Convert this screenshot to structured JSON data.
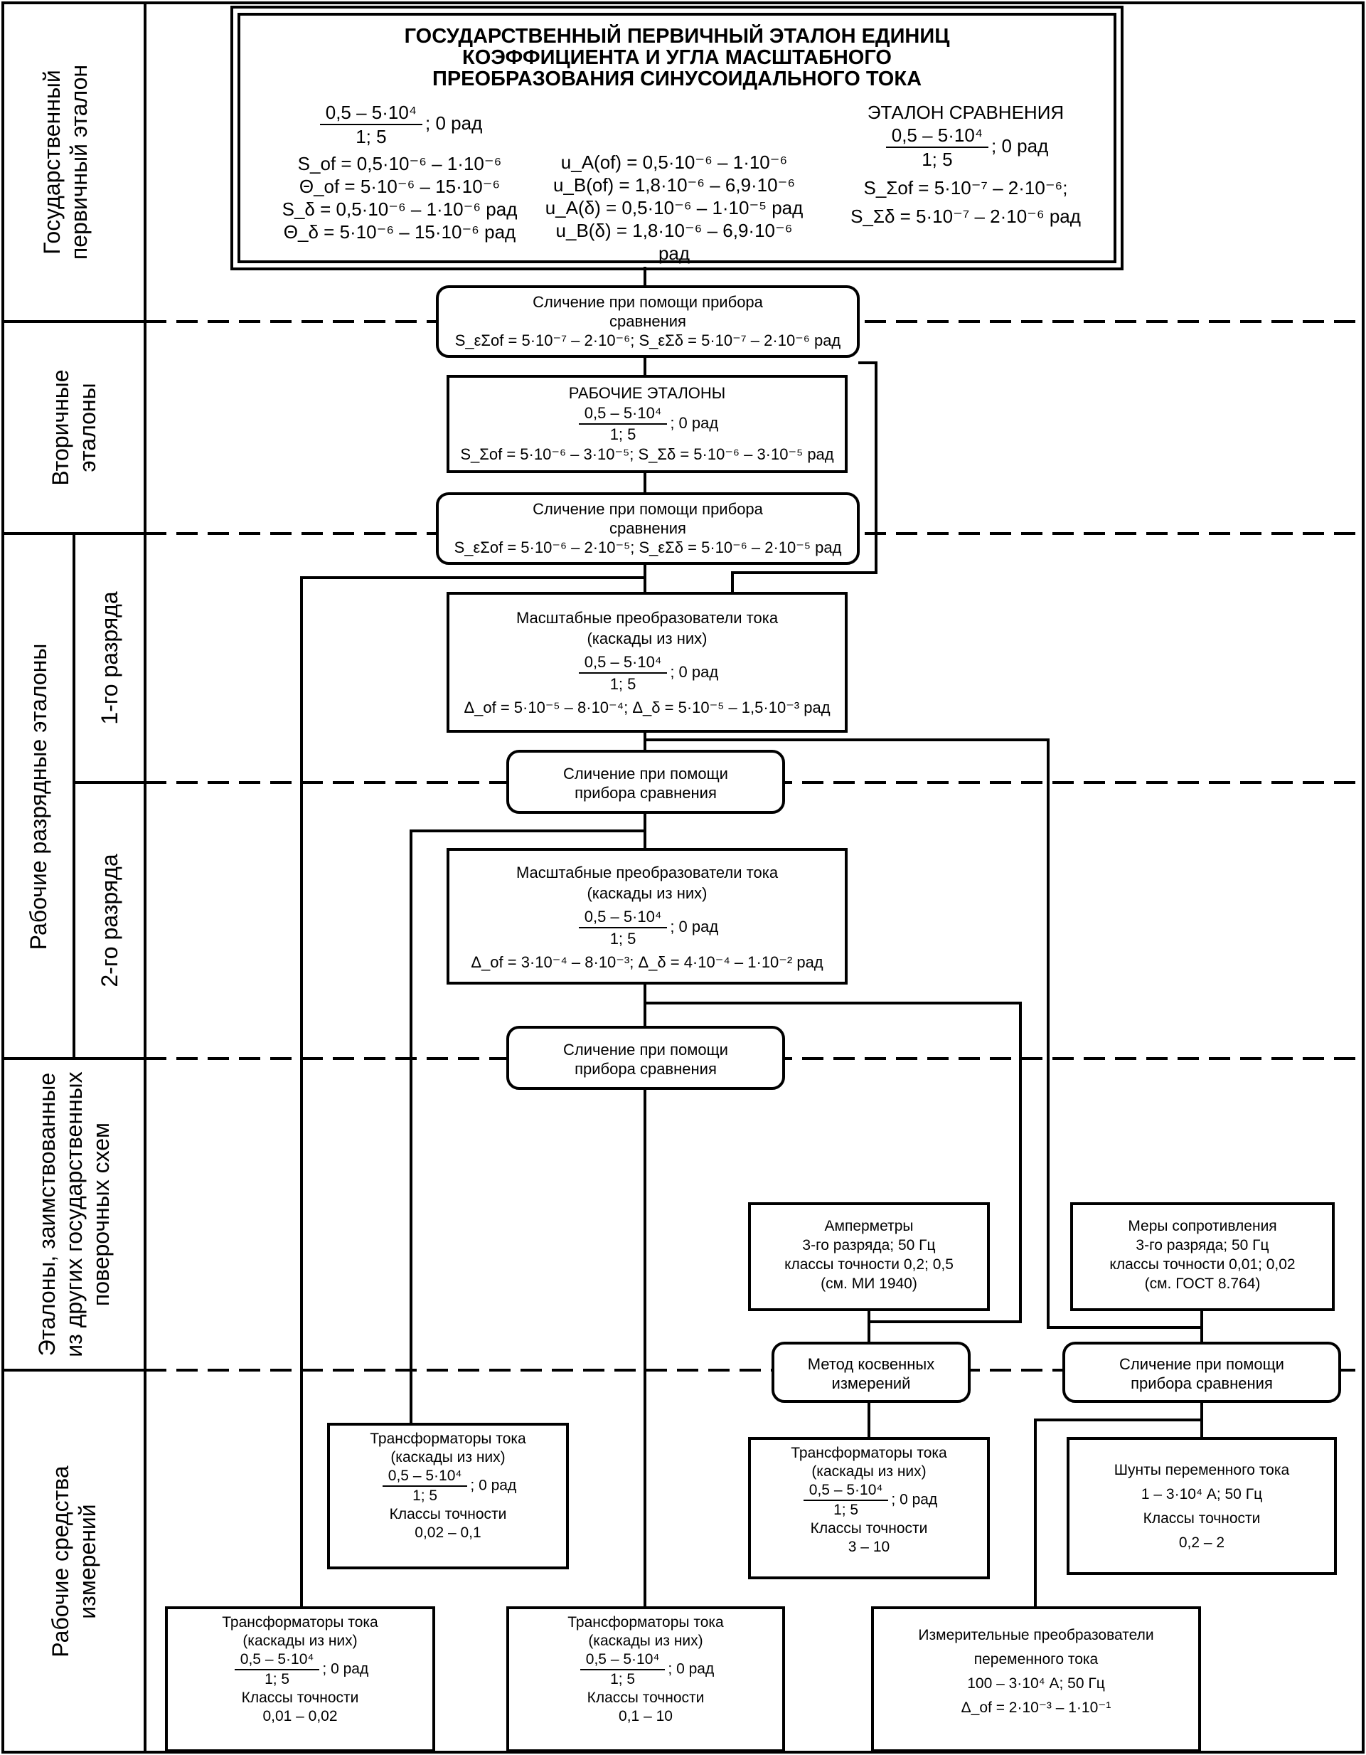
{
  "levels": {
    "primary": "Государственный первичный эталон",
    "secondary": "Вторичные эталоны",
    "working": "Рабочие разрядные эталоны",
    "rank1": "1-го разряда",
    "rank2": "2-го разряда",
    "borrowed": "Эталоны, заимствованные из других государственных поверочных схем",
    "instruments": "Рабочие средства измерений"
  },
  "primary": {
    "title": "ГОСУДАРСТВЕННЫЙ ПЕРВИЧНЫЙ ЭТАЛОН ЕДИНИЦ КОЭФФИЦИЕНТА И УГЛА МАСШТАБНОГО ПРЕОБРАЗОВАНИЯ СИНУСОИДАЛЬНОГО ТОКА",
    "frac_num": "0,5 – 5·10⁴",
    "frac_den": "1; 5",
    "frac_tail": "; 0 рад",
    "left_lines": [
      "S_of = 0,5·10⁻⁶ – 1·10⁻⁶",
      "Θ_of = 5·10⁻⁶ – 15·10⁻⁶",
      "S_δ = 0,5·10⁻⁶ – 1·10⁻⁶ рад",
      "Θ_δ = 5·10⁻⁶ – 15·10⁻⁶ рад"
    ],
    "mid_lines": [
      "u_A(of) = 0,5·10⁻⁶ – 1·10⁻⁶",
      "u_B(of) = 1,8·10⁻⁶ – 6,9·10⁻⁶",
      "u_A(δ) = 0,5·10⁻⁶ – 1·10⁻⁵ рад",
      "u_B(δ) = 1,8·10⁻⁶ – 6,9·10⁻⁶ рад"
    ],
    "cmp_title": "ЭТАЛОН СРАВНЕНИЯ",
    "cmp_lines": [
      "S_Σof = 5·10⁻⁷ – 2·10⁻⁶;",
      "S_Σδ = 5·10⁻⁷ – 2·10⁻⁶ рад"
    ]
  },
  "cmp1": {
    "line1": "Сличение при помощи прибора",
    "line2": "сравнения",
    "line3": "S_εΣof = 5·10⁻⁷ – 2·10⁻⁶; S_εΣδ = 5·10⁻⁷ – 2·10⁻⁶ рад"
  },
  "secondary_box": {
    "title": "РАБОЧИЕ ЭТАЛОНЫ",
    "frac_num": "0,5 – 5·10⁴",
    "frac_den": "1; 5",
    "frac_tail": "; 0 рад",
    "line": "S_Σof = 5·10⁻⁶ – 3·10⁻⁵; S_Σδ = 5·10⁻⁶ – 3·10⁻⁵ рад"
  },
  "cmp2": {
    "line1": "Сличение при помощи прибора",
    "line2": "сравнения",
    "line3": "S_εΣof = 5·10⁻⁶ – 2·10⁻⁵; S_εΣδ = 5·10⁻⁶ – 2·10⁻⁵ рад"
  },
  "rank1_box": {
    "title1": "Масштабные преобразователи тока",
    "title2": "(каскады из них)",
    "frac_num": "0,5 – 5·10⁴",
    "frac_den": "1; 5",
    "frac_tail": "; 0 рад",
    "line": "Δ_of = 5·10⁻⁵ – 8·10⁻⁴;  Δ_δ = 5·10⁻⁵ – 1,5·10⁻³ рад"
  },
  "cmp3": {
    "line1": "Сличение при помощи",
    "line2": "прибора сравнения"
  },
  "rank2_box": {
    "title1": "Масштабные преобразователи тока",
    "title2": "(каскады из них)",
    "frac_num": "0,5 – 5·10⁴",
    "frac_den": "1; 5",
    "frac_tail": "; 0 рад",
    "line": "Δ_of = 3·10⁻⁴ – 8·10⁻³;   Δ_δ = 4·10⁻⁴ – 1·10⁻² рад"
  },
  "cmp4": {
    "line1": "Сличение при помощи",
    "line2": "прибора сравнения"
  },
  "ammeters": {
    "line1": "Амперметры",
    "line2": "3-го разряда; 50 Гц",
    "line3": "классы точности 0,2; 0,5",
    "line4": "(см. МИ 1940)"
  },
  "resist": {
    "line1": "Меры сопротивления",
    "line2": "3-го разряда; 50 Гц",
    "line3": "классы точности 0,01; 0,02",
    "line4": "(см. ГОСТ 8.764)"
  },
  "indirect": {
    "line1": "Метод косвенных",
    "line2": "измерений"
  },
  "cmp5": {
    "line1": "Сличение при помощи",
    "line2": "прибора сравнения"
  },
  "tt_mid": {
    "title1": "Трансформаторы тока",
    "title2": "(каскады из них)",
    "frac_num": "0,5 – 5·10⁴",
    "frac_den": "1; 5",
    "frac_tail": "; 0 рад",
    "cls": "Классы точности",
    "cls_val": "0,02 – 0,1"
  },
  "tt_right": {
    "title1": "Трансформаторы тока",
    "title2": "(каскады из них)",
    "frac_num": "0,5 – 5·10⁴",
    "frac_den": "1; 5",
    "frac_tail": "; 0 рад",
    "cls": "Классы точности",
    "cls_val": "3 – 10"
  },
  "shunts": {
    "line1": "Шунты переменного тока",
    "line2": "1 – 3·10⁴ А; 50 Гц",
    "line3": "Классы точности",
    "line4": "0,2 – 2"
  },
  "tt_low1": {
    "title1": "Трансформаторы тока",
    "title2": "(каскады из них)",
    "frac_num": "0,5 – 5·10⁴",
    "frac_den": "1; 5",
    "frac_tail": "; 0 рад",
    "cls": "Классы точности",
    "cls_val": "0,01 – 0,02"
  },
  "tt_low2": {
    "title1": "Трансформаторы тока",
    "title2": "(каскады из них)",
    "frac_num": "0,5 – 5·10⁴",
    "frac_den": "1; 5",
    "frac_tail": "; 0 рад",
    "cls": "Классы точности",
    "cls_val": "0,1 – 10"
  },
  "conv": {
    "line1": "Измерительные преобразователи",
    "line2": "переменного тока",
    "line3": "100 – 3·10⁴ А; 50 Гц",
    "line4": "Δ_of = 2·10⁻³ – 1·10⁻¹"
  }
}
